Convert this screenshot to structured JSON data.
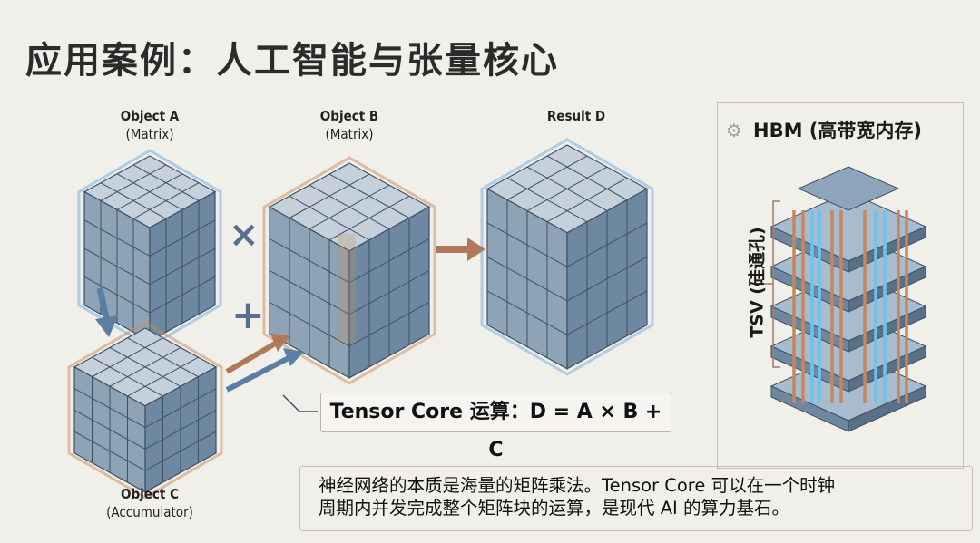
{
  "title": "应用案例：人工智能与张量核心",
  "objects": {
    "a": {
      "name": "Object A",
      "sub": "(Matrix)"
    },
    "b": {
      "name": "Object B",
      "sub": "(Matrix)"
    },
    "d": {
      "name": "Result D"
    },
    "c": {
      "name": "Object C",
      "sub": "(Accumulator)"
    }
  },
  "operators": {
    "multiply": "×",
    "plus": "+"
  },
  "formula": "Tensor Core 运算：D = A × B + C",
  "note": {
    "line1": "神经网络的本质是海量的矩阵乘法。Tensor Core 可以在一个时钟",
    "line2": "周期内并发完成整个矩阵块的运算，是现代 AI 的算力基石。"
  },
  "hbm": {
    "title": "HBM (高带宽内存)",
    "tsv_label": "TSV (硅通孔)",
    "icon": "gear-icon"
  },
  "colors": {
    "cube_blue": "#5f7f9f",
    "highlight_orange": "#c98a5a",
    "tsv_copper": "#c8865a",
    "tsv_blue": "#6cc3f0"
  }
}
